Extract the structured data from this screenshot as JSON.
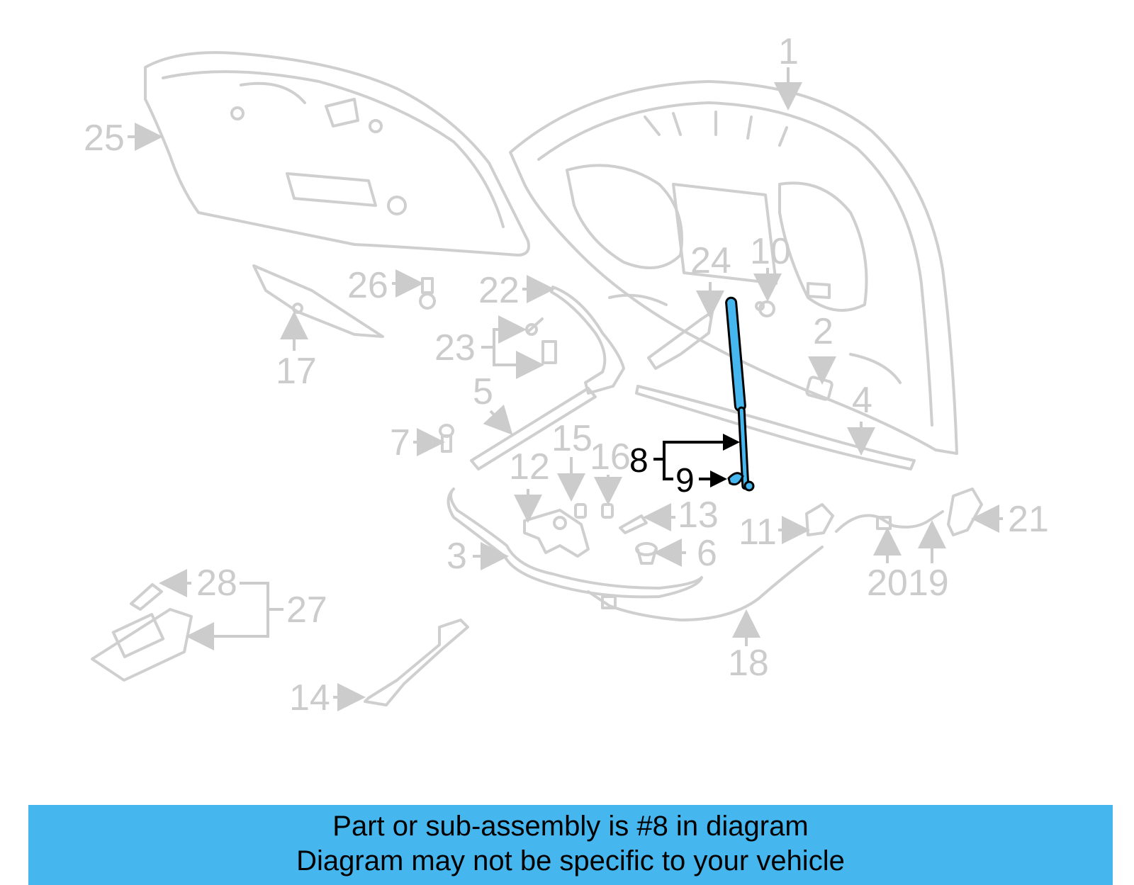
{
  "diagram": {
    "highlight_color": "#45b6ee",
    "callouts": [
      "1",
      "2",
      "3",
      "4",
      "5",
      "6",
      "7",
      "8",
      "9",
      "10",
      "11",
      "12",
      "13",
      "14",
      "15",
      "16",
      "17",
      "18",
      "2019",
      "21",
      "22",
      "23",
      "24",
      "25",
      "26",
      "27",
      "28"
    ]
  },
  "banner": {
    "line1": "Part or sub-assembly is #8 in diagram",
    "line2": "Diagram may not be specific to your vehicle",
    "color": "#45b6ee"
  }
}
